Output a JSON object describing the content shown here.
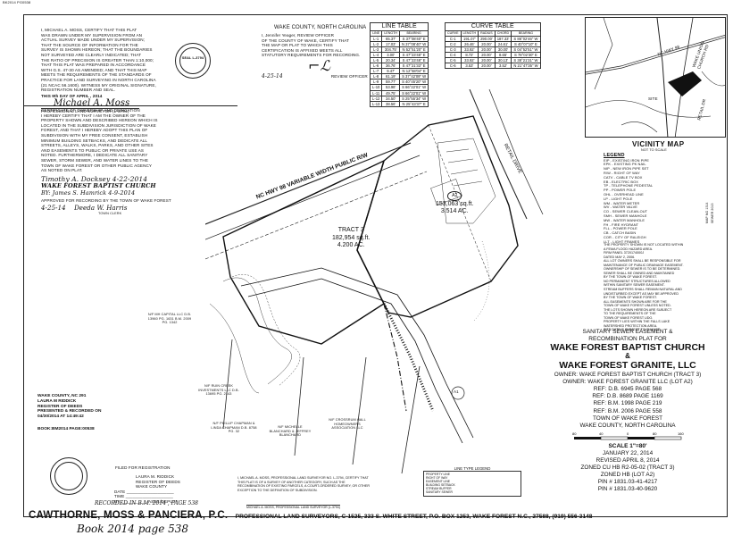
{
  "header_stamp": "BK2014 PG0538",
  "surveyor_cert": {
    "lines": [
      "I, MICHAEL A. MOSS, CERTIFY THAT THIS PLAT",
      "WAS DRAWN UNDER MY SUPERVISION FROM AN",
      "ACTUAL SURVEY MADE UNDER MY SUPERVISION;",
      "THAT THE SOURCE OF INFORMATION FOR THE",
      "SURVEY IS SHOWN HEREON; THAT THE BOUNDARIES",
      "NOT SURVEYED ARE CLEARLY INDICATED; THAT",
      "THE RATIO OF PRECISION IS GREATER THAN 1:10,000;",
      "THAT THIS PLAT WAS PREPARED IN ACCORDANCE",
      "WITH G.S. 47-30 AS AMENDED; AND THAT THIS MAP",
      "MEETS THE REQUIREMENTS OF THE STANDARDS OF",
      "PRACTICE FOR LAND SURVEYING IN NORTH CAROLINA",
      "(21 NCAC 56.1600). WITNESS MY ORIGINAL SIGNATURE,",
      "REGISTRATION NUMBER AND SEAL."
    ],
    "date_line": "THIS  9th  DAY OF  APRIL  , 2014",
    "signature": "Michael A. Moss",
    "role": "PROFESSIONAL LAND SURVEYOR (L-3794)",
    "seal_text": "SEAL L-3794"
  },
  "ownership_cert": {
    "lines": [
      "CERTIFICATE OF OWNERSHIP AND DEDICATION",
      "I HEREBY CERTIFY THAT I AM THE OWNER OF THE",
      "PROPERTY SHOWN AND DESCRIBED HEREON WHICH IS",
      "LOCATED IN THE SUBDIVISION JURISDICTION OF WAKE",
      "FOREST, AND THAT I HEREBY ADOPT THIS PLAN OF",
      "SUBDIVISION WITH MY FREE CONSENT, ESTABLISH",
      "MINIMUM BUILDING SETBACKS, AND DEDICATE ALL",
      "STREETS, ALLEYS, WALKS, PARKS, AND OTHER SITES",
      "AND EASEMENTS TO PUBLIC OR PRIVATE USE AS",
      "NOTED. FURTHERMORE, I DEDICATE ALL SANITARY",
      "SEWER, STORM SEWER, AND WATER LINES TO THE",
      "TOWN OF WAKE FOREST OR OTHER PUBLIC AGENCY",
      "AS NOTED ON PLAT."
    ],
    "sig1": "Timothy A. Docksey  4-22-2014",
    "sig1_label": "WAKE FOREST BAPTIST CHURCH",
    "sig2": "BY: James S. Hamrick  4-9-2014",
    "approval": "APPROVED FOR RECORDING BY THE TOWN OF WAKE FOREST",
    "approval_date": "4-25-14",
    "approval_sig": "Deeda W. Harris",
    "approval_role": "TOWN CLERK"
  },
  "review_officer": {
    "county": "WAKE COUNTY, NORTH CAROLINA",
    "text_lines": [
      "I, Jennifer Yeager, REVIEW OFFICER",
      "OF THE COUNTY OF WAKE, CERTIFY THAT",
      "THE MAP OR PLAT TO WHICH THIS",
      "CERTIFICATION IS AFFIXED MEETS ALL",
      "STATUTORY REQUIREMENTS FOR RECORDING."
    ],
    "date": "4-25-14",
    "role": "REVIEW OFFICER"
  },
  "line_table": {
    "title": "LINE TABLE",
    "headers": [
      "LINE",
      "LENGTH",
      "BEARING"
    ],
    "rows": [
      [
        "L-1",
        "65.37'",
        "S 37°08'40\" E"
      ],
      [
        "L-2",
        "17.03'",
        "N 37°08'40\" W"
      ],
      [
        "L-3",
        "304.75'",
        "N 52°51'20\" E"
      ],
      [
        "L-4",
        "3.00'",
        "S 47°23'48\" E"
      ],
      [
        "L-5",
        "20.34'",
        "S 47°23'48\" E"
      ],
      [
        "L-6",
        "36.76'",
        "S 47°21'33\" E"
      ],
      [
        "L-7",
        "9.47'",
        "N 12°58'04\" E"
      ],
      [
        "L-8",
        "61.19'",
        "S 37°42'09\" W"
      ],
      [
        "L-9",
        "59.77'",
        "S 40°45'20\" W"
      ],
      [
        "L-10",
        "53.98'",
        "S 66°22'01\" W"
      ],
      [
        "L-11",
        "49.75'",
        "S 66°22'01\" W"
      ],
      [
        "L-12",
        "34.50'",
        "S 25°55'34\" W"
      ],
      [
        "L-13",
        "38.56'",
        "N 25°43'37\" E"
      ]
    ]
  },
  "curve_table": {
    "title": "CURVE TABLE",
    "headers": [
      "CURVE",
      "LENGTH",
      "RADIUS",
      "CHORD",
      "BEARING"
    ],
    "rows": [
      [
        "C-1",
        "191.07'",
        "290.00'",
        "187.33'",
        "S 86°02'46\" W"
      ],
      [
        "C-2",
        "26.46'",
        "20.00'",
        "24.61'",
        "S 40°07'10\" E"
      ],
      [
        "C-3",
        "33.92'",
        "20.00'",
        "30.00'",
        "S 04°52'51\" W"
      ],
      [
        "C-4",
        "8.72'",
        "20.00'",
        "8.65'",
        "S 78°02'30\" E"
      ],
      [
        "C-5",
        "33.92'",
        "20.00'",
        "30.13'",
        "S 38°21'31\" W"
      ],
      [
        "C-6",
        "3.53'",
        "20.00'",
        "3.52'",
        "N 21°47'35\" W"
      ]
    ]
  },
  "vicinity_map": {
    "title": "VICINITY MAP",
    "labels": [
      "SITE",
      "NC HWY 98",
      "RETAIL DR",
      "WAKE UNION CHURCH RD",
      "VICINITY MAP"
    ],
    "note": "NOT TO SCALE"
  },
  "legend": {
    "title": "LEGEND",
    "items": [
      "EIP - EXISTING IRON PIPE",
      "EPK - EXISTING PK NAIL",
      "NIP - NEW IRON PIPE SET",
      "R/W - RIGHT OF WAY",
      "CATV - CABLE TV BOX",
      "EB - ELECTRIC BOX",
      "TP - TELEPHONE PEDESTAL",
      "PP - POWER POLE",
      "OHL - OVERHEAD LINE",
      "LP - LIGHT POLE",
      "WM - WATER METER",
      "WV - WATER VALVE",
      "CO - SEWER CLEAN-OUT",
      "SMH - SEWER MANHOLE",
      "MW - WATER MANHOLE",
      "FH - FIRE HYDRANT",
      "FLL - POWER POLE",
      "CB - CATCH BASIN",
      "COR - CITY OF RALEIGH",
      "LLT - LIGHT FRAMES"
    ]
  },
  "notes": {
    "lines": [
      "THE PROPERTY SHOWN IS NOT LOCATED WITHIN",
      "A FEMA FLOOD HAZARD AREA.",
      "FIRM PANEL 3720174000J",
      "DATED MAY 2, 2006.",
      "ALL LOT OWNERS SHALL BE RESPONSIBLE FOR",
      "MAINTENANCE OF PUBLIC DRAINAGE EASEMENT.",
      "OWNERSHIP OF SEWER IS TO BE DETERMINED.",
      "SEWER SHALL BE OWNED AND MAINTAINED",
      "BY THE TOWN OF WAKE FOREST.",
      "NO PERMANENT STRUCTURES ALLOWED",
      "WITHIN SANITARY SEWER EASEMENT.",
      "STREAM BUFFERS SHALL REMAIN NATURAL AND",
      "UNDISTURBED EXCEPT AS MAY BE APPROVED",
      "BY THE TOWN OF WAKE FOREST.",
      "ALL EASEMENTS SHOWN ARE FOR THE",
      "TOWN OF WAKE FOREST UNLESS NOTED.",
      "THE LOTS SHOWN HEREON ARE SUBJECT",
      "TO THE REQUIREMENTS OF THE",
      "TOWN OF WAKE FOREST UDO.",
      "PROPERTY LIES WITHIN THE FALLS LAKE",
      "WATERSHED PROTECTION AREA.",
      "SITE DATA IS SUBJECT TO CHANGE."
    ]
  },
  "title_block": {
    "heading": "SANITARY SEWER EASEMENT &",
    "heading2": "RECOMBINATION PLAT FOR",
    "name1": "WAKE FOREST BAPTIST CHURCH",
    "amp": "&",
    "name2": "WAKE FOREST GRANITE, LLC",
    "owner1": "OWNER: WAKE FOREST BAPTIST CHURCH (TRACT 3)",
    "owner2": "OWNER: WAKE FOREST GRANITE LLC (LOT A2)",
    "refs": [
      "REF: D.B. 6945 PAGE 568",
      "REF: D.B. 8689 PAGE 1169",
      "REF: B.M. 1998 PAGE 219",
      "REF: B.M. 2006 PAGE 558"
    ],
    "town": "TOWN OF WAKE FOREST",
    "county": "WAKE COUNTY, NORTH CAROLINA",
    "scale": "SCALE 1\"=80'",
    "scale_ticks": [
      "80",
      "40",
      "0",
      "80",
      "160"
    ],
    "date": "JANUARY 22, 2014",
    "revised": "REVISED APRIL 8, 2014",
    "zoned1": "ZONED CU HB R2-05-02 (TRACT 3)",
    "zoned2": "ZONED HB (LOT A2)",
    "pin1": "PIN # 1831.03-41-4217",
    "pin2": "PIN # 1831.03-40-9620"
  },
  "register": {
    "county": "WAKE COUNTY, NC  291",
    "name": "LAURA M RIDDICK",
    "title": "REGISTER OF DEEDS",
    "presented": "PRESENTED & RECORDED ON",
    "datetime": "04/30/2014 AT 14:49:42",
    "book": "BOOK:BM2014  PAGE:00538",
    "filed": "FILED FOR REGISTRATION",
    "stamp_lines": [
      "LAURA M. RIDDICK",
      "REGISTER OF DEEDS",
      "WAKE COUNTY"
    ],
    "date_label": "DATE",
    "time_label": "TIME",
    "by_label": "BY",
    "deputy": "ASST./DEPUTY",
    "recorded": "RECORDED IN B.M. 2014 , PAGE 538"
  },
  "map": {
    "tract3": [
      "TRACT 3",
      "182,954 sq.ft.",
      "4.200 AC."
    ],
    "lota2": [
      "A2",
      "153,063 sq.ft.",
      "3.514 AC."
    ],
    "road": "NC HWY 98 VARIABLE WIDTH PUBLIC R/W",
    "retail": "RETAIL DRIVE",
    "adjacent": [
      "N/F MH CAPITAL LLC D.B. 13960 PG. 1631 B.M. 2009 PG. 1342",
      "N/F RUIN CREEK INVESTMENTS LLC D.B. 13695 PG. 2143",
      "N/F PHILLIP CHAPMAN & LINDA CHAPMAN D.B. 8758 PG. 32",
      "N/F MICHELLE BLANCHARD & JEFFREY BLANCHARD",
      "N/F CROSSRUM HALL HOMEOWNERS ASSOCIATION LLC"
    ],
    "a1_label": "A1"
  },
  "line_legend": {
    "title": "LINE TYPE LEGEND",
    "items": [
      "PROPERTY LINE",
      "RIGHT OF WAY",
      "EASEMENT LINE",
      "BUILDING SETBACK",
      "STREAM BUFFER",
      "SANITARY SEWER"
    ]
  },
  "footer_cert": "I, MICHAEL A. MOSS, PROFESSIONAL LAND SURVEYOR NO. L-3794, CERTIFY THAT THIS PLAT IS OF A SURVEY OF ANOTHER CATEGORY, SUCH AS THE RECOMBINATION OF EXISTING PARCELS, A COURT-ORDERED SURVEY, OR OTHER EXCEPTION TO THE DEFINITION OF SUBDIVISION.",
  "footer_sig": "MICHAEL A. MOSS, PROFESSIONAL LAND SURVEYOR (L-3794)",
  "firm": {
    "name": "CAWTHORNE, MOSS & PANCIERA, P.C.",
    "details": "PROFESSIONAL LAND SURVEYORS, C-1525, 333 S. WHITE STREET, P.O. BOX 1253, WAKE FOREST N.C., 27588, (919) 556-3148"
  },
  "handwritten_footer": "Book 2014  page 538",
  "margin_text": "MAP NO 1314 SEWER 2013"
}
